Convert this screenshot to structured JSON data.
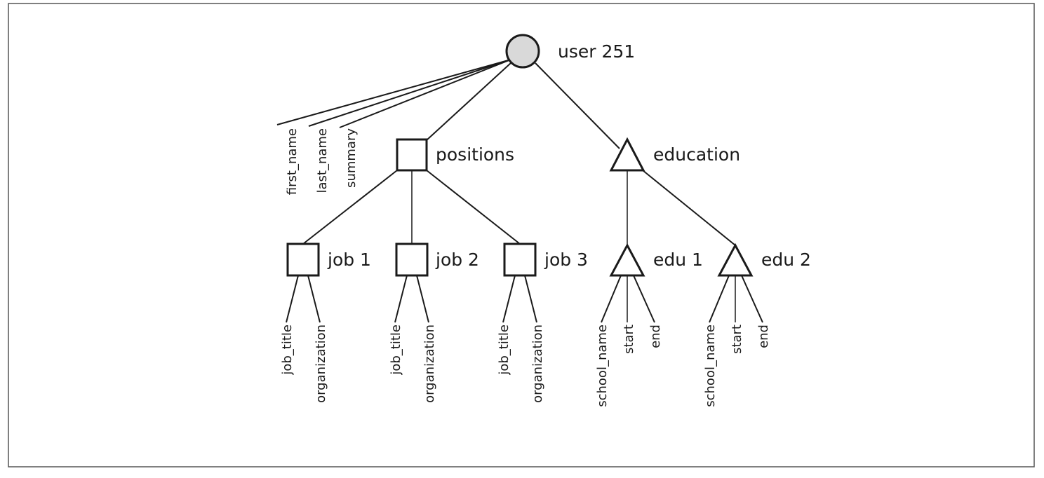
{
  "diagram": {
    "root": {
      "label": "user 251",
      "fill": "#d9d9d9"
    },
    "root_fields": [
      "first_name",
      "last_name",
      "summary"
    ],
    "positions": {
      "label": "positions",
      "jobs": [
        {
          "label": "job 1",
          "fields": [
            "job_title",
            "organization"
          ]
        },
        {
          "label": "job 2",
          "fields": [
            "job_title",
            "organization"
          ]
        },
        {
          "label": "job 3",
          "fields": [
            "job_title",
            "organization"
          ]
        }
      ]
    },
    "education": {
      "label": "education",
      "edus": [
        {
          "label": "edu 1",
          "fields": [
            "school_name",
            "start",
            "end"
          ]
        },
        {
          "label": "edu 2",
          "fields": [
            "school_name",
            "start",
            "end"
          ]
        }
      ]
    },
    "colors": {
      "stroke": "#1a1a1a",
      "root_fill": "#d9d9d9",
      "border": "#555555"
    }
  }
}
